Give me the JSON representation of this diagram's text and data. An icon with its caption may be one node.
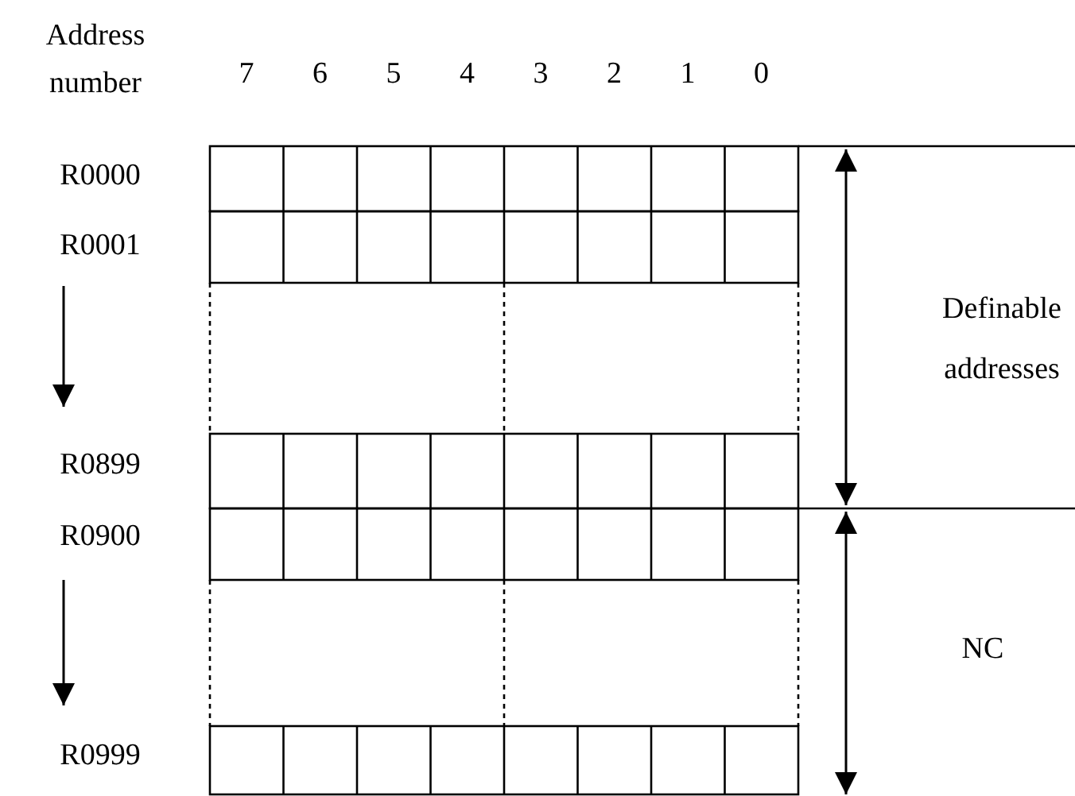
{
  "diagram": {
    "labels": [
      "Address number",
      "7",
      "6",
      "5",
      "4",
      "3",
      "2",
      "1",
      "0",
      "R0000",
      "R0001",
      "R0899",
      "R0900",
      "R0999",
      "Definable addresses",
      "NC"
    ]
  }
}
